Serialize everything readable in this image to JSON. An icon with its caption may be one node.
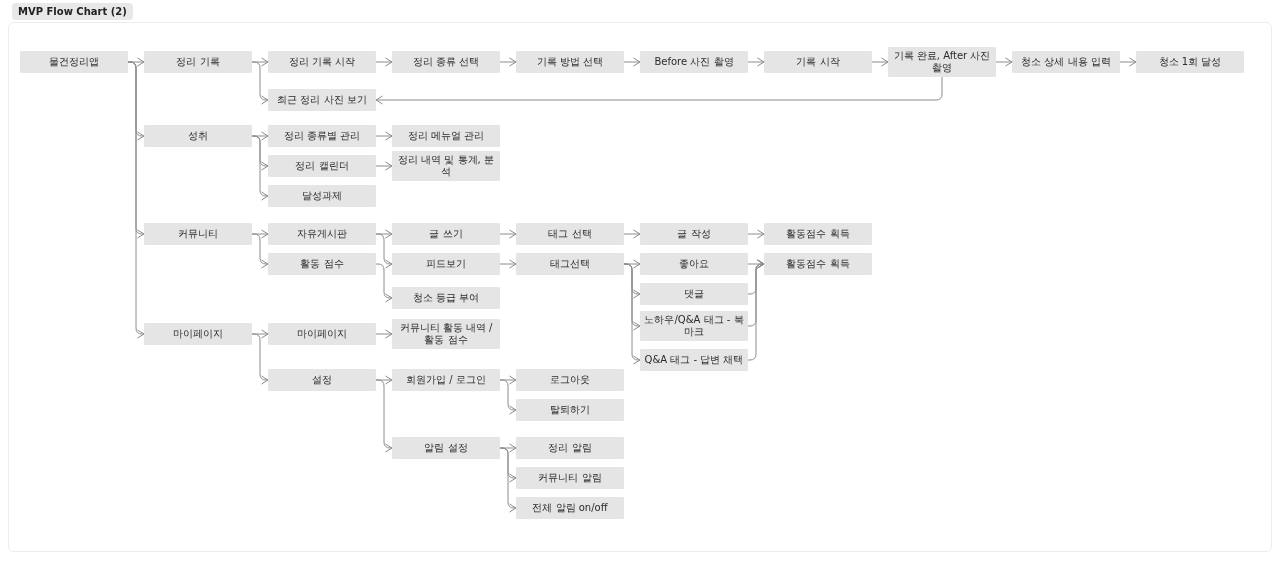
{
  "diagram": {
    "title": "MVP Flow Chart (2)",
    "nodes": [
      {
        "text": [
          "물건정리앱"
        ]
      },
      {
        "text": [
          "정리 기록"
        ]
      },
      {
        "text": [
          "정리 기록 시작"
        ]
      },
      {
        "text": [
          "정리 종류 선택"
        ]
      },
      {
        "text": [
          "기록 방법 선택"
        ]
      },
      {
        "text": [
          "Before 사진 촬영"
        ]
      },
      {
        "text": [
          "기록 시작"
        ]
      },
      {
        "text": [
          "기록 완료, After 사진 촬영"
        ]
      },
      {
        "text": [
          "청소 상세 내용 입력"
        ]
      },
      {
        "text": [
          "청소 1회 달성"
        ]
      },
      {
        "text": [
          "최근 정리 사진 보기"
        ]
      },
      {
        "text": [
          "성취"
        ]
      },
      {
        "text": [
          "정리 종류별 관리"
        ]
      },
      {
        "text": [
          "정리 메뉴얼 관리"
        ]
      },
      {
        "text": [
          "정리 캘린더"
        ]
      },
      {
        "text": [
          "정리 내역 및 통계, 분석"
        ]
      },
      {
        "text": [
          "달성과제"
        ]
      },
      {
        "text": [
          "커뮤니티"
        ]
      },
      {
        "text": [
          "자유게시판"
        ]
      },
      {
        "text": [
          "글 쓰기"
        ]
      },
      {
        "text": [
          "태그 선택"
        ]
      },
      {
        "text": [
          "글 작성"
        ]
      },
      {
        "text": [
          "활동점수 획득"
        ]
      },
      {
        "text": [
          "활동 점수"
        ]
      },
      {
        "text": [
          "피드보기"
        ]
      },
      {
        "text": [
          "태그선택"
        ]
      },
      {
        "text": [
          "좋아요"
        ]
      },
      {
        "text": [
          "활동점수 획득"
        ]
      },
      {
        "text": [
          "청소 등급 부여"
        ]
      },
      {
        "text": [
          "댓글"
        ]
      },
      {
        "text": [
          "노하우/Q&A 태그 - 북마크"
        ]
      },
      {
        "text": [
          "Q&A 태그 - 답변 채택"
        ]
      },
      {
        "text": [
          "마이페이지"
        ]
      },
      {
        "text": [
          "마이페이지"
        ]
      },
      {
        "text": [
          "커뮤니티 활동 내역 / 활동 점수"
        ]
      },
      {
        "text": [
          "설정"
        ]
      },
      {
        "text": [
          "회원가입 / 로그인"
        ]
      },
      {
        "text": [
          "로그아웃"
        ]
      },
      {
        "text": [
          "탈퇴하기"
        ]
      },
      {
        "text": [
          "알림 설정"
        ]
      },
      {
        "text": [
          "정리 알림"
        ]
      },
      {
        "text": [
          "커뮤니티 알림"
        ]
      },
      {
        "text": [
          "전체 알림 on/off"
        ]
      }
    ],
    "edges": [
      {
        "from": 0,
        "to": 1,
        "arrow": "to"
      },
      {
        "from": 0,
        "to": 11,
        "arrow": "to"
      },
      {
        "from": 0,
        "to": 17,
        "arrow": "to"
      },
      {
        "from": 0,
        "to": 32,
        "arrow": "to"
      },
      {
        "from": 1,
        "to": 2,
        "arrow": "to"
      },
      {
        "from": 1,
        "to": 10,
        "arrow": "to"
      },
      {
        "from": 2,
        "to": 3,
        "arrow": "to"
      },
      {
        "from": 3,
        "to": 4,
        "arrow": "to"
      },
      {
        "from": 4,
        "to": 5,
        "arrow": "to"
      },
      {
        "from": 5,
        "to": 6,
        "arrow": "to"
      },
      {
        "from": 6,
        "to": 7,
        "arrow": "to"
      },
      {
        "from": 7,
        "to": 8,
        "arrow": "to"
      },
      {
        "from": 8,
        "to": 9,
        "arrow": "to"
      },
      {
        "from": 7,
        "to": 10,
        "arrow": "to"
      },
      {
        "from": 11,
        "to": 12,
        "arrow": "to"
      },
      {
        "from": 11,
        "to": 14,
        "arrow": "to"
      },
      {
        "from": 11,
        "to": 16,
        "arrow": "to"
      },
      {
        "from": 12,
        "to": 13,
        "arrow": "to"
      },
      {
        "from": 14,
        "to": 15,
        "arrow": "to"
      },
      {
        "from": 17,
        "to": 18,
        "arrow": "to"
      },
      {
        "from": 17,
        "to": 23,
        "arrow": "to"
      },
      {
        "from": 18,
        "to": 19,
        "arrow": "to"
      },
      {
        "from": 18,
        "to": 24,
        "arrow": "to"
      },
      {
        "from": 23,
        "to": 28,
        "arrow": "to"
      },
      {
        "from": 19,
        "to": 20,
        "arrow": "to"
      },
      {
        "from": 20,
        "to": 21,
        "arrow": "to"
      },
      {
        "from": 21,
        "to": 22,
        "arrow": "to"
      },
      {
        "from": 24,
        "to": 25,
        "arrow": "to"
      },
      {
        "from": 25,
        "to": 26,
        "arrow": "to"
      },
      {
        "from": 25,
        "to": 29,
        "arrow": "to"
      },
      {
        "from": 25,
        "to": 30,
        "arrow": "to"
      },
      {
        "from": 25,
        "to": 31,
        "arrow": "to"
      },
      {
        "from": 26,
        "to": 27,
        "arrow": "to"
      },
      {
        "from": 29,
        "to": 27,
        "arrow": "to"
      },
      {
        "from": 30,
        "to": 27,
        "arrow": "to"
      },
      {
        "from": 31,
        "to": 27,
        "arrow": "to"
      },
      {
        "from": 32,
        "to": 33,
        "arrow": "to"
      },
      {
        "from": 32,
        "to": 35,
        "arrow": "to"
      },
      {
        "from": 33,
        "to": 34,
        "arrow": "to"
      },
      {
        "from": 35,
        "to": 36,
        "arrow": "to"
      },
      {
        "from": 35,
        "to": 39,
        "arrow": "to"
      },
      {
        "from": 36,
        "to": 37,
        "arrow": "to"
      },
      {
        "from": 36,
        "to": 38,
        "arrow": "to"
      },
      {
        "from": 39,
        "to": 40,
        "arrow": "to"
      },
      {
        "from": 39,
        "to": 41,
        "arrow": "to"
      },
      {
        "from": 39,
        "to": 42,
        "arrow": "to"
      }
    ]
  }
}
